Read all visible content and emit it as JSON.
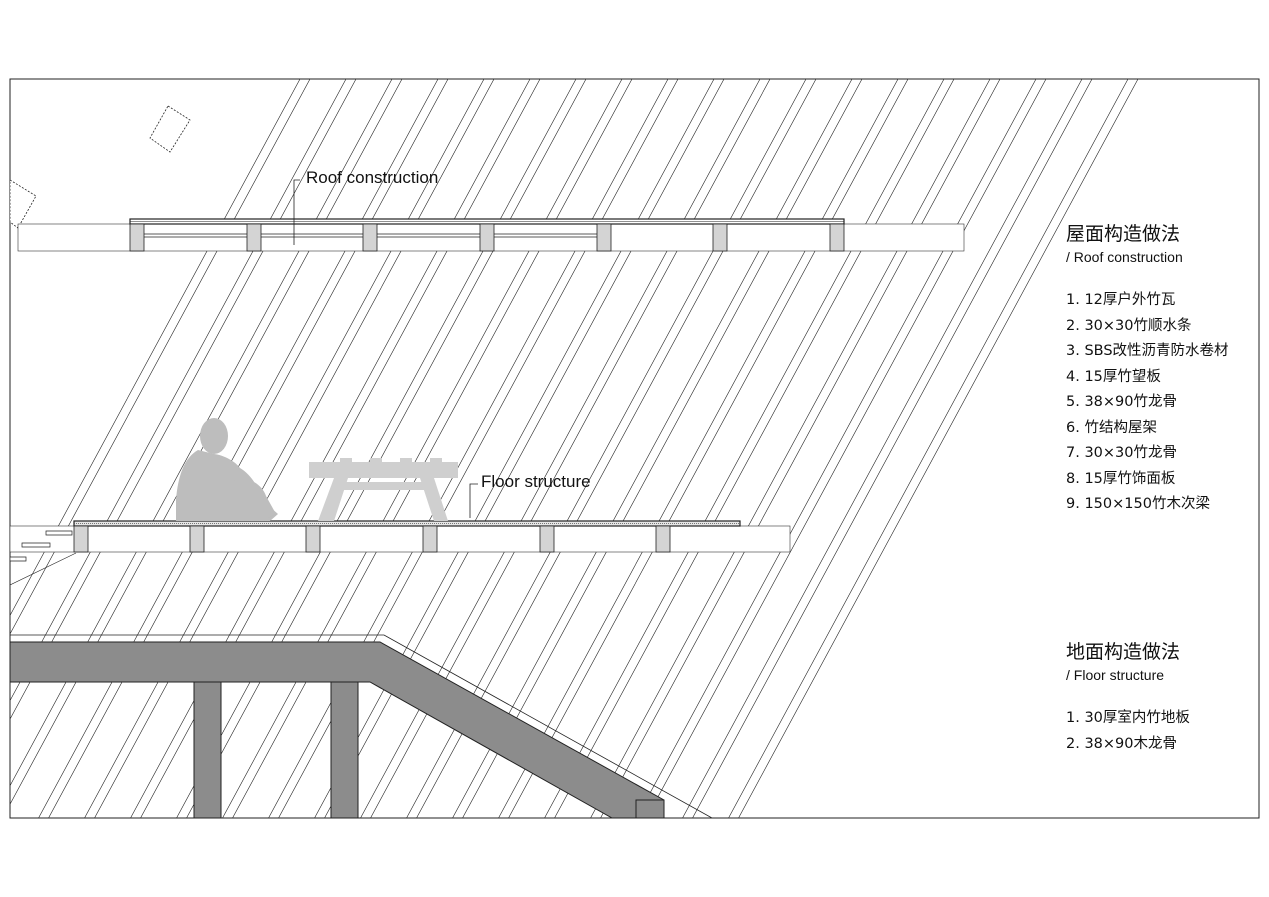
{
  "callouts": {
    "roof": "Roof construction",
    "floor": "Floor structure"
  },
  "legend": {
    "roof": {
      "title": "屋面构造做法",
      "subtitle": "/  Roof construction",
      "items": [
        "1. 12厚户外竹瓦",
        "2. 30×30竹顺水条",
        "3. SBS改性沥青防水卷材",
        "4. 15厚竹望板",
        "5. 38×90竹龙骨",
        "6. 竹结构屋架",
        "7. 30×30竹龙骨",
        "8. 15厚竹饰面板",
        "9. 150×150竹木次梁"
      ]
    },
    "floor": {
      "title": "地面构造做法",
      "subtitle": "/  Floor structure",
      "items": [
        "1. 30厚室内竹地板",
        "2. 38×90木龙骨"
      ]
    }
  },
  "colors": {
    "line": "#222222",
    "structure": "#8c8c8c",
    "silhouette": "#bdbdbd",
    "joist": "#d4d4d4"
  }
}
